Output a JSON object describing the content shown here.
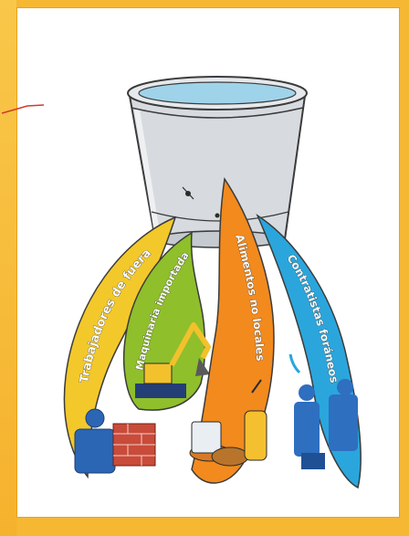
{
  "diagram": {
    "streams": [
      {
        "key": "outside_workers",
        "label": "Trabajadores de fuera",
        "color": "#f3c82a"
      },
      {
        "key": "machinery",
        "label": "Maquinaria importada",
        "color": "#8fbf2b"
      },
      {
        "key": "food",
        "label": "Alimentos no locales",
        "color": "#f28a1e"
      },
      {
        "key": "contractors",
        "label": "Contratistas foráneos",
        "color": "#2aa6dd"
      }
    ],
    "bucket": {
      "icon": "bucket-icon",
      "water_color": "#9fd3ea"
    }
  }
}
